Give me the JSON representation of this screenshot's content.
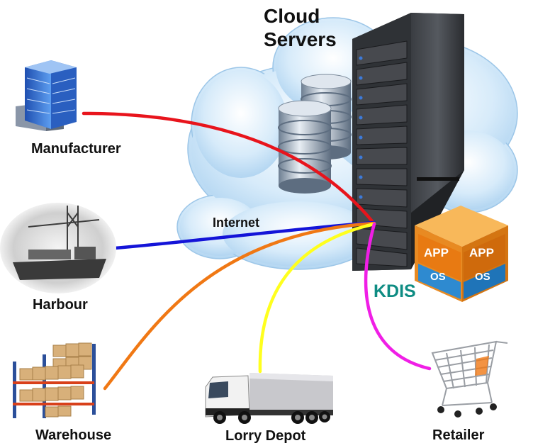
{
  "labels": {
    "cloud_title_line1": "Cloud",
    "cloud_title_line2": "Servers",
    "manufacturer": "Manufacturer",
    "harbour": "Harbour",
    "warehouse": "Warehouse",
    "lorry_depot": "Lorry Depot",
    "retailer": "Retailer",
    "internet": "Internet",
    "kdis": "KDIS"
  },
  "app_box": {
    "left_top": "APP",
    "left_bottom": "OS",
    "right_top": "APP",
    "right_bottom": "OS"
  },
  "colors": {
    "manufacturer_link": "#e8141c",
    "harbour_link": "#1414d8",
    "warehouse_link": "#f07814",
    "lorry_link": "#ffff1e",
    "retailer_link": "#f01ee6",
    "kdis_text": "#0e8c83",
    "cloud": "#c8e2f6"
  }
}
